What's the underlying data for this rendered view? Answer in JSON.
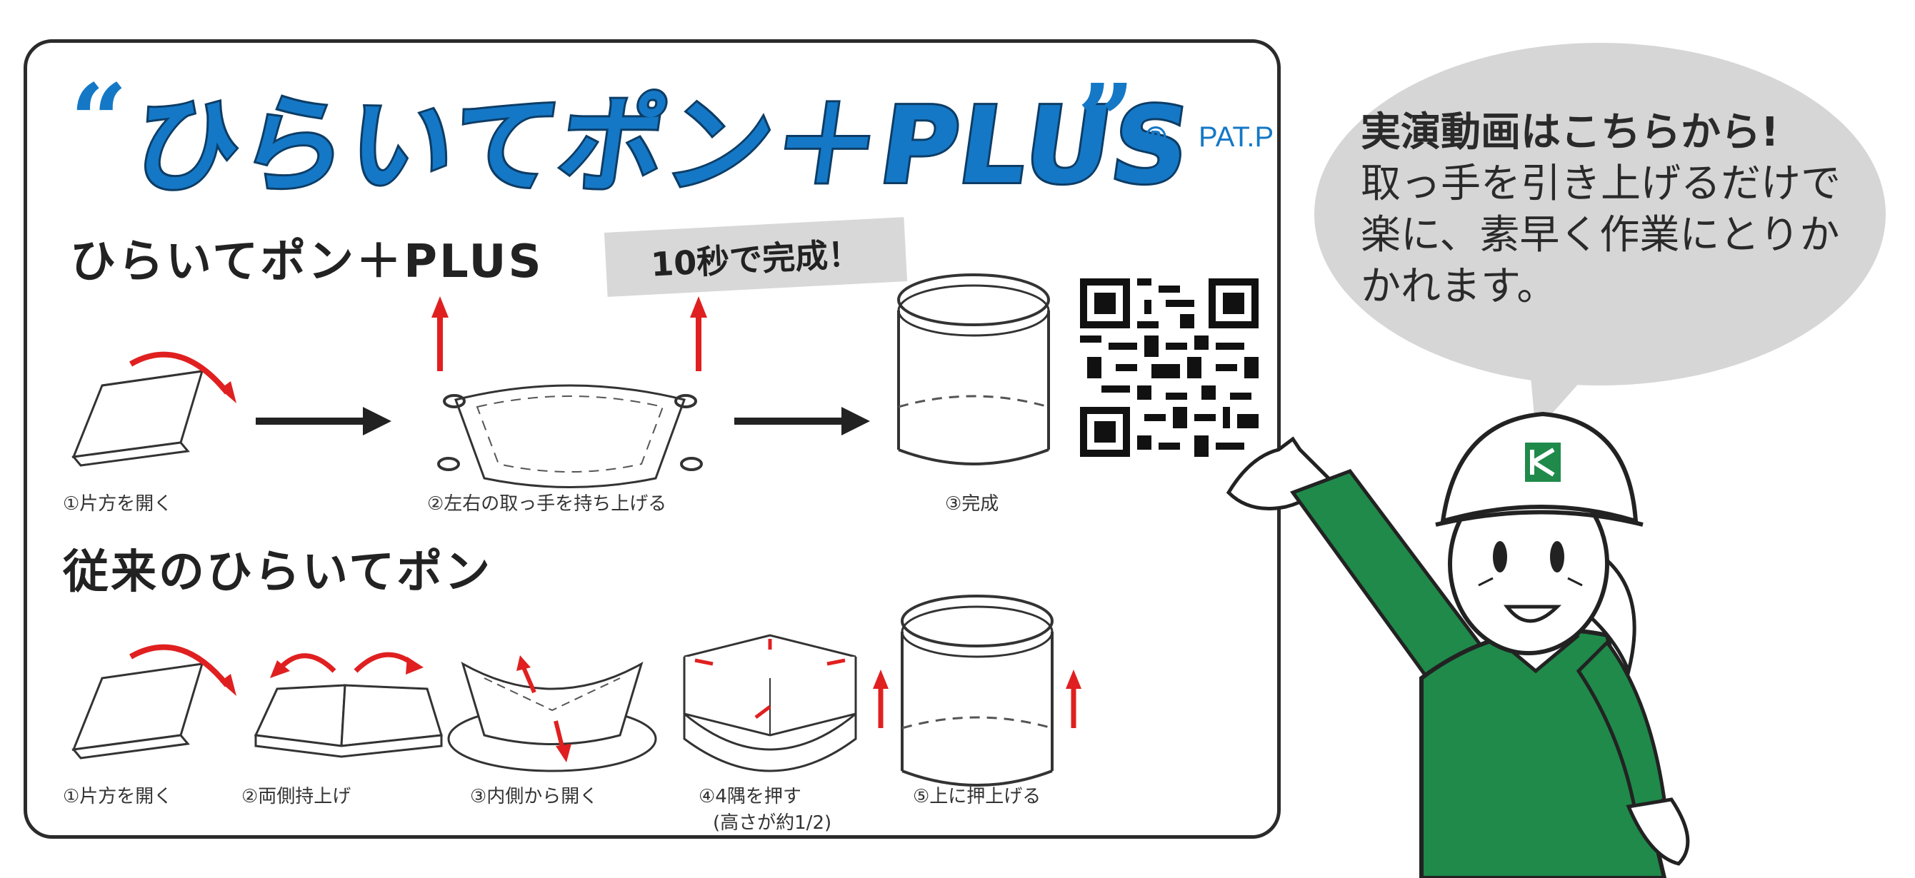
{
  "title": {
    "open_quote": "“",
    "main": "ひらいてポン＋PLUS",
    "close_quote": "”",
    "registered": "®",
    "patent": "PAT.P"
  },
  "plus_section": {
    "heading": "ひらいてポン＋PLUS",
    "badge": "10秒で完成！",
    "steps": [
      "①片方を開く",
      "②左右の取っ手を持ち上げる",
      "③完成"
    ]
  },
  "legacy_section": {
    "heading": "従来のひらいてポン",
    "steps": [
      "①片方を開く",
      "②両側持上げ",
      "③内側から開く",
      "④4隅を押す",
      "⑤上に押上げる"
    ],
    "step4_note": "(高さが約1/2)"
  },
  "qr": {
    "icon": "qr-code-icon"
  },
  "bubble": {
    "lines": [
      "実演動画はこちらから!",
      "取っ手を引き上げるだけで",
      "楽に、素早く作業にとりか",
      "かれます。"
    ]
  },
  "colors": {
    "title_blue": "#1478c6",
    "arrow_red": "#e02020",
    "worker_green": "#1f8a4a",
    "bubble_gray": "#d6d6d6"
  }
}
